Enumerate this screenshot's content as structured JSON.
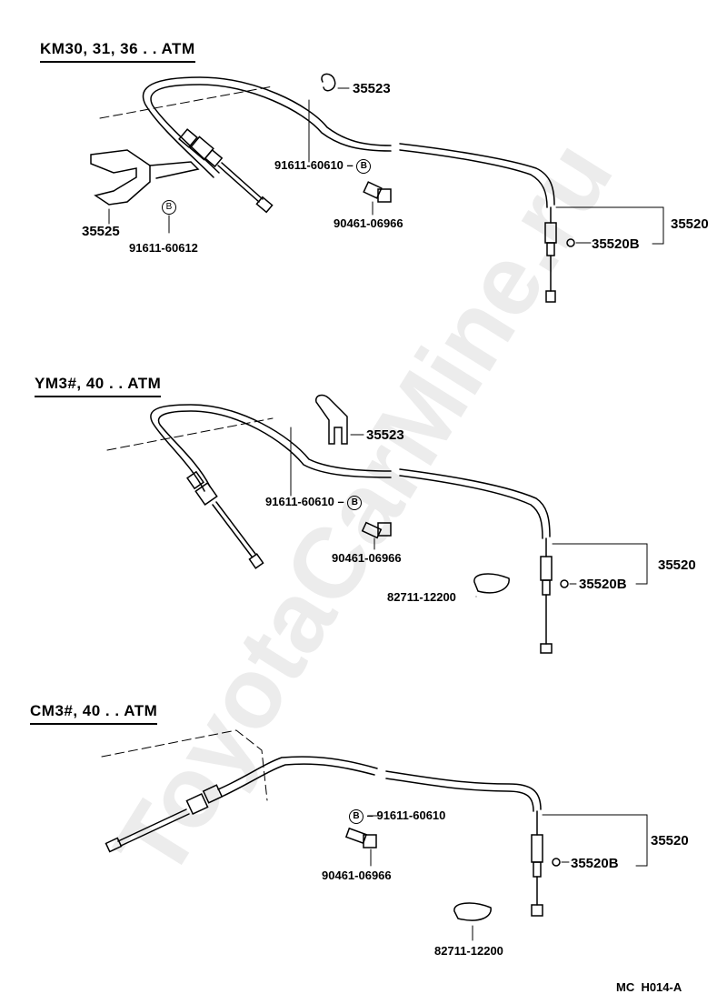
{
  "watermark": "ToyotaCarMine.ru",
  "footer": "MC  H014-A",
  "sections": [
    {
      "heading": "KM30, 31, 36 . . ATM",
      "labels": {
        "grommet_clip": "35523",
        "bolt": "91611-60610",
        "bolt_mark": "B",
        "clip": "90461-06966",
        "bracket": "35525",
        "bracket_bolt": "91611-60612",
        "bracket_bolt_mark": "B",
        "cable_assy": "35520",
        "cable_sub": "35520B"
      }
    },
    {
      "heading": "YM3#, 40 . . ATM",
      "labels": {
        "grommet_clip": "35523",
        "bolt": "91611-60610",
        "bolt_mark": "B",
        "clip": "90461-06966",
        "clamp": "82711-12200",
        "cable_assy": "35520",
        "cable_sub": "35520B"
      }
    },
    {
      "heading": "CM3#, 40 . . ATM",
      "labels": {
        "bolt": "91611-60610",
        "bolt_mark": "B",
        "clip": "90461-06966",
        "clamp": "82711-12200",
        "cable_assy": "35520",
        "cable_sub": "35520B"
      }
    }
  ]
}
